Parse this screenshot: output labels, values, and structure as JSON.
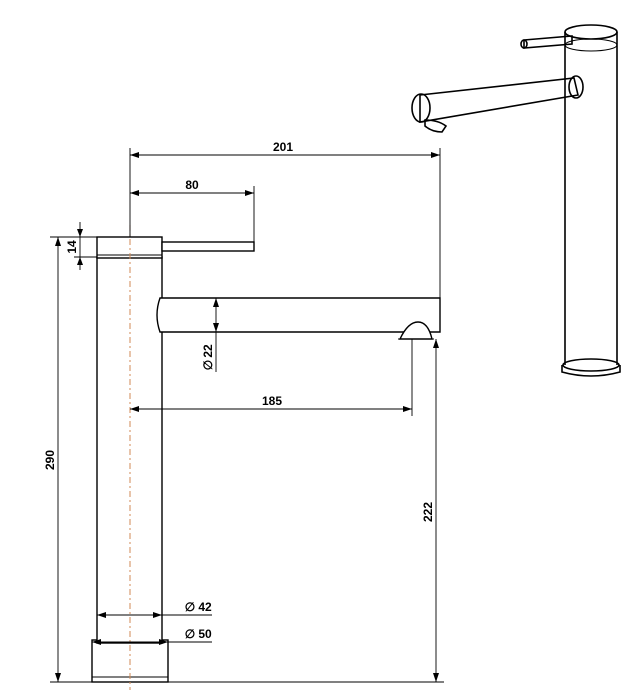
{
  "dimensions": {
    "overall_height": "290",
    "lever_block_height": "14",
    "spout_reach": "201",
    "lever_length": "80",
    "spout_diameter": "22",
    "outlet_reach": "185",
    "outlet_height": "222",
    "body_diameter": "42",
    "base_diameter": "50"
  },
  "symbols": {
    "diameter": "∅"
  }
}
